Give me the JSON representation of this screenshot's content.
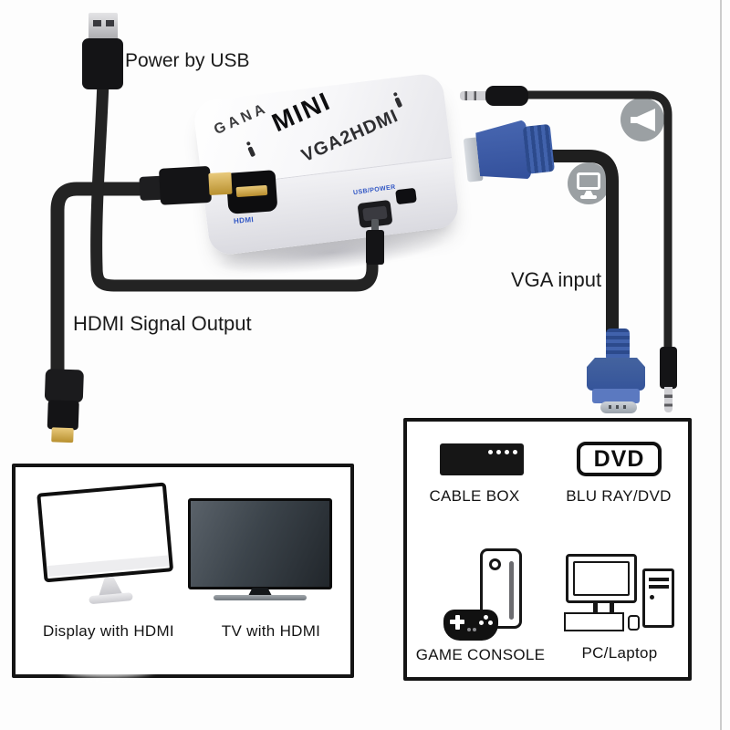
{
  "labels": {
    "power_by_usb": "Power by USB",
    "hdmi_signal_output": "HDMI Signal Output",
    "vga_input": "VGA input"
  },
  "converter": {
    "brand": "GANA",
    "model": "MINI",
    "product": "VGA2HDMI",
    "hdmi_port_label": "HDMI",
    "usb_power_port_label": "USB/POWER"
  },
  "displays_box": {
    "items": [
      {
        "name": "display-with-hdmi",
        "label": "Display with HDMI"
      },
      {
        "name": "tv-with-hdmi",
        "label": "TV with HDMI"
      }
    ]
  },
  "sources_box": {
    "dvd_logo": "DVD",
    "items": [
      {
        "name": "cable-box",
        "label": "CABLE BOX"
      },
      {
        "name": "blu-ray-dvd",
        "label": "BLU RAY/DVD"
      },
      {
        "name": "game-console",
        "label": "GAME CONSOLE"
      },
      {
        "name": "pc-laptop",
        "label": "PC/Laptop"
      }
    ]
  },
  "colors": {
    "cable_black": "#232323",
    "vga_blue": "#3f63ad",
    "hdmi_gold": "#c9a544",
    "icon_gray": "#9ba0a3",
    "port_label_blue": "#2f55c4",
    "text_dark": "#1c1c1c"
  }
}
